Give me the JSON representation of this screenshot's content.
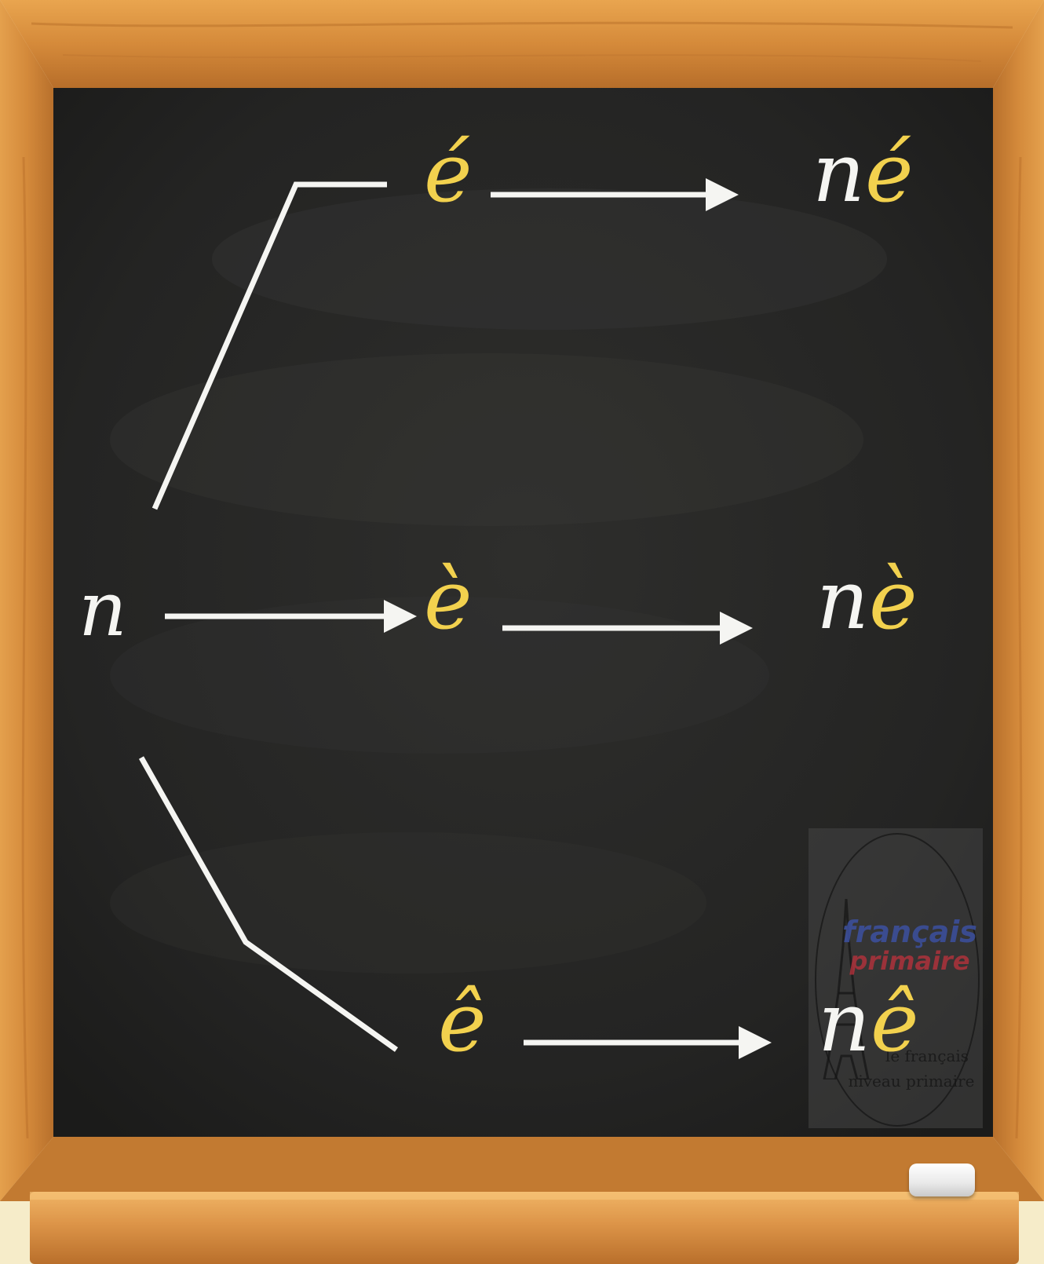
{
  "colors": {
    "frame_wood": "#d9903f",
    "board": "#232322",
    "chalk_white": "#f5f5f2",
    "vowel_yellow": "#f2d14e"
  },
  "consonant": "n",
  "vowels": [
    "é",
    "è",
    "ê"
  ],
  "syllables": {
    "consonant_part": "n",
    "vowel_parts": [
      "é",
      "è",
      "ê"
    ]
  },
  "watermark": {
    "line1": "français",
    "line2": "primaire",
    "line3": "le français",
    "line4": "niveau primaire"
  }
}
